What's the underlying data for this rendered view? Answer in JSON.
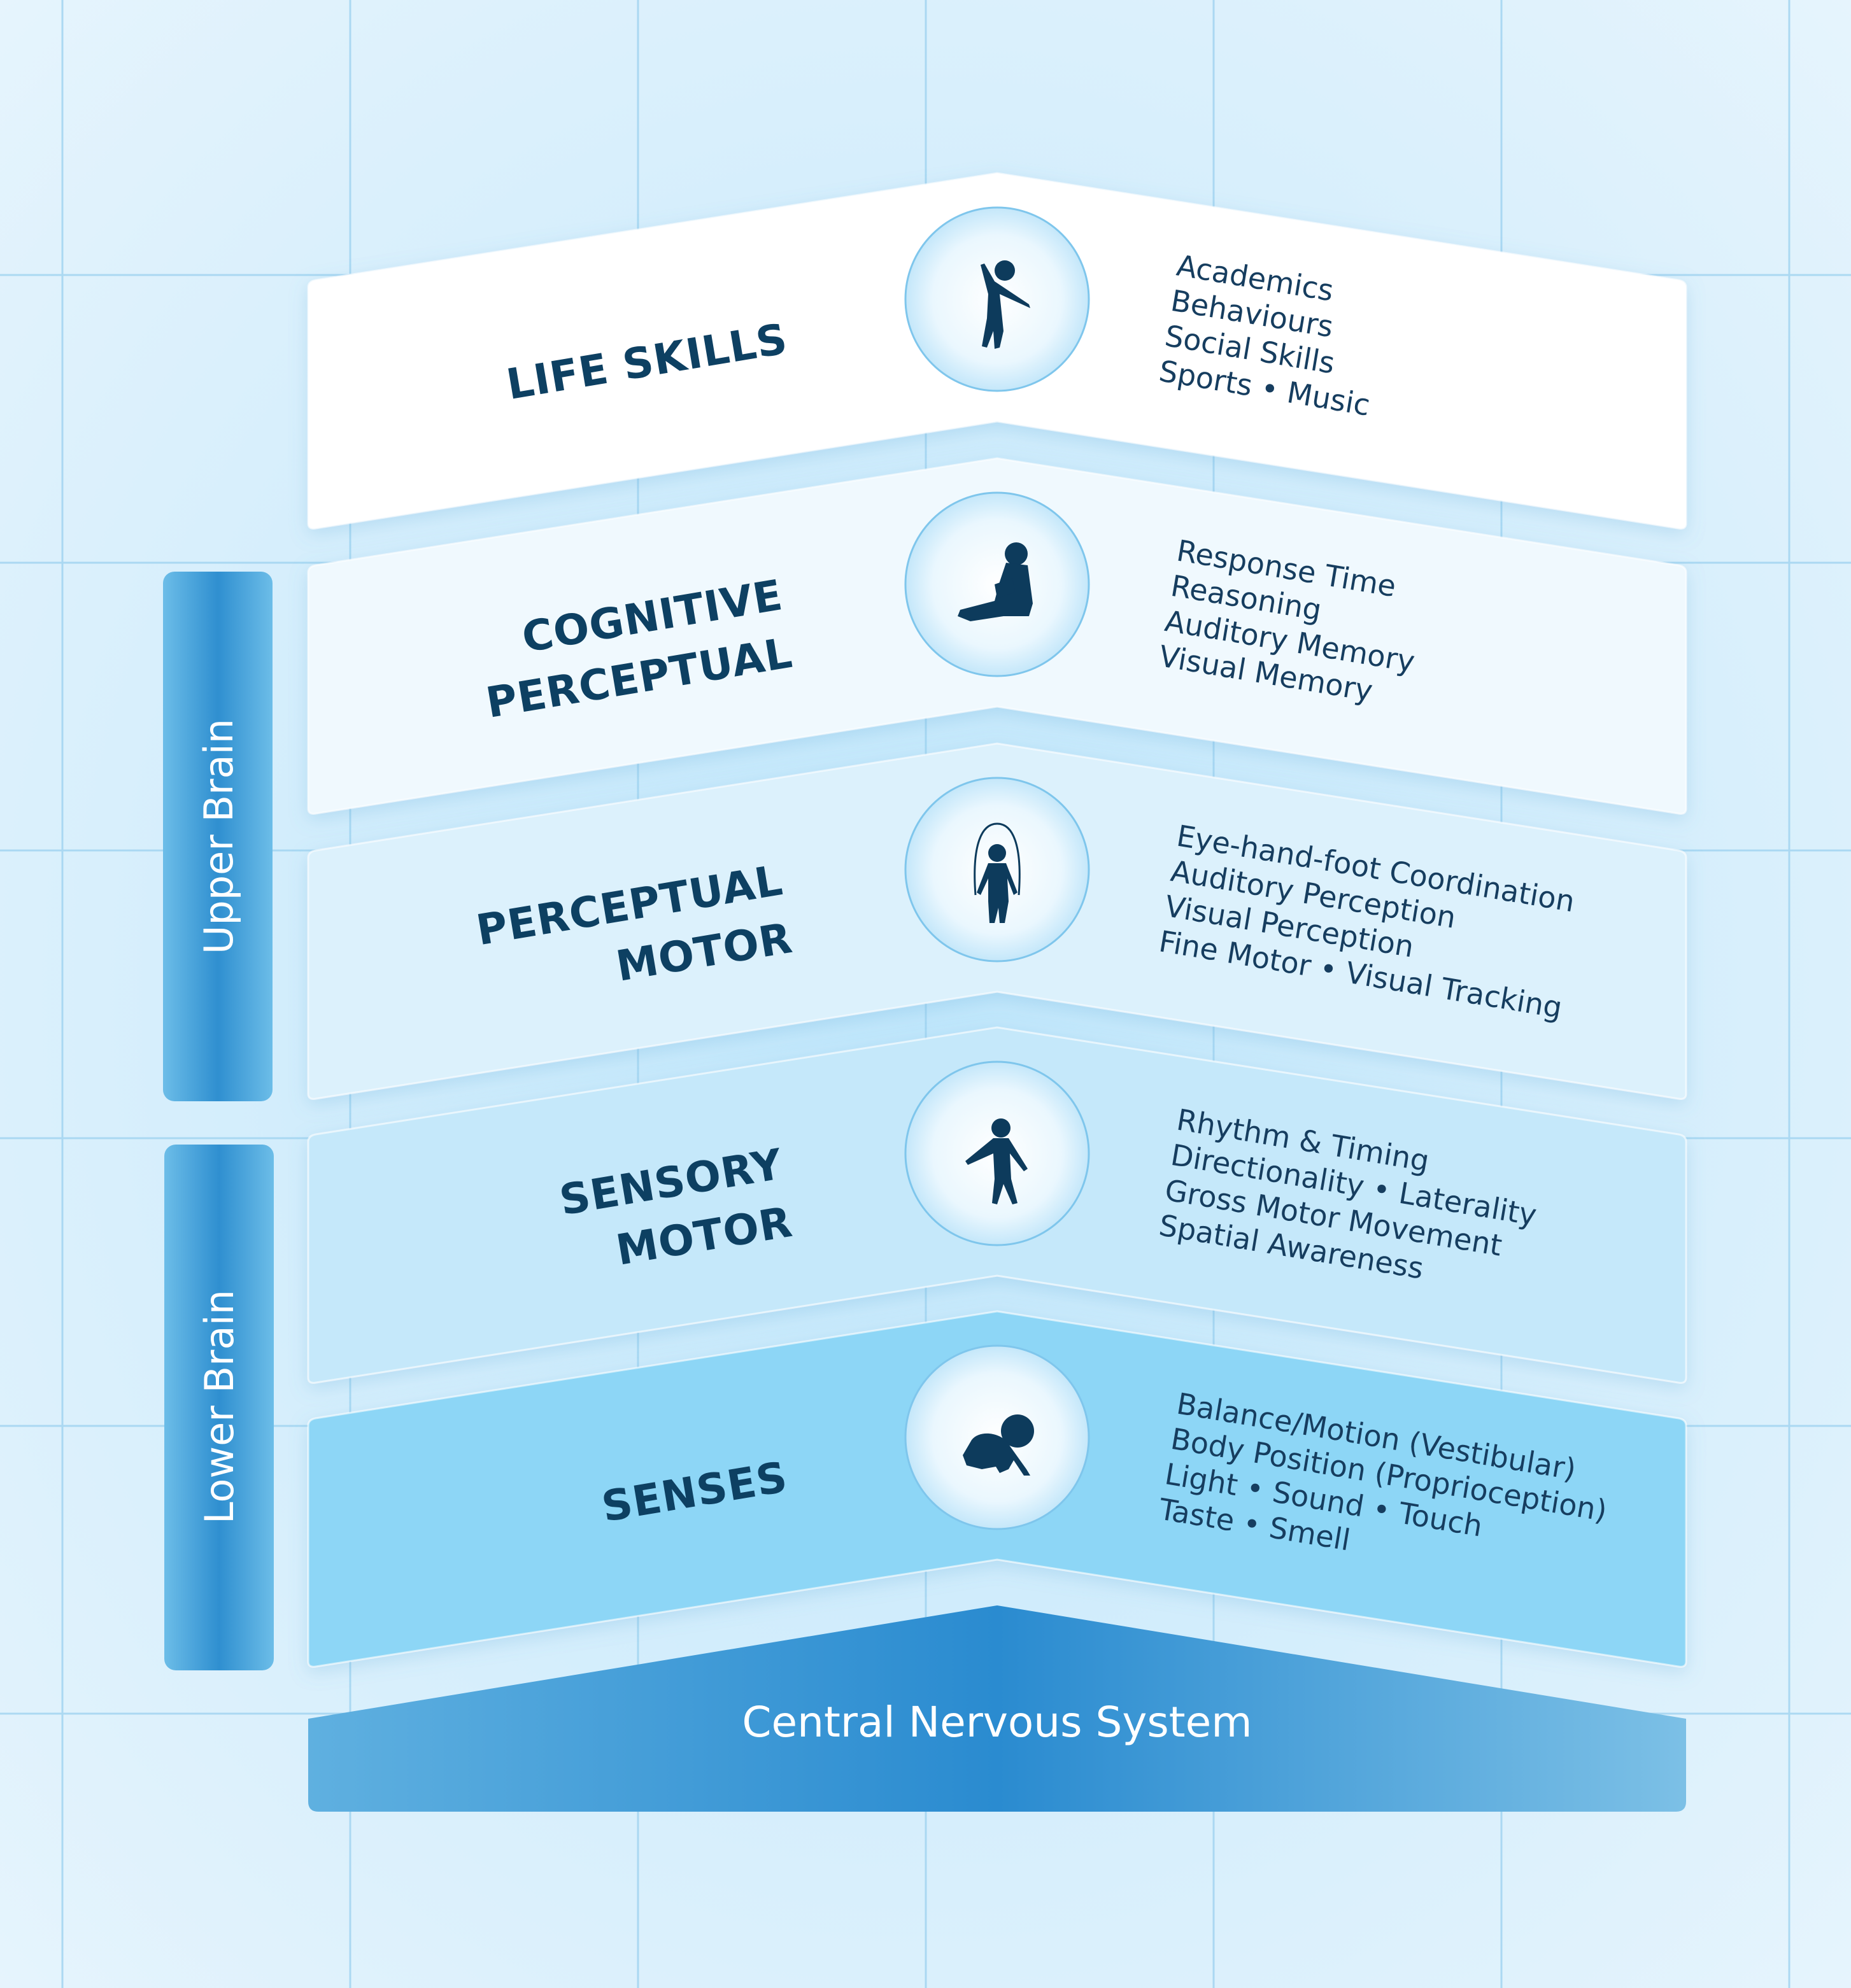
{
  "side_labels": {
    "upper": "Upper Brain",
    "lower": "Lower Brain"
  },
  "base": {
    "label": "Central Nervous System"
  },
  "levels": [
    {
      "title": [
        "LIFE SKILLS"
      ],
      "icon": "child-jumping-icon",
      "items": [
        "Academics",
        "Behaviours",
        "Social Skills",
        "Sports • Music"
      ],
      "fill": "#ffffff"
    },
    {
      "title": [
        "COGNITIVE",
        "PERCEPTUAL"
      ],
      "icon": "child-reading-icon",
      "items": [
        "Response Time",
        "Reasoning",
        "Auditory Memory",
        "Visual Memory"
      ],
      "fill": "#f0f9fe"
    },
    {
      "title": [
        "PERCEPTUAL",
        "MOTOR"
      ],
      "icon": "child-skipping-rope-icon",
      "items": [
        "Eye-hand-foot Coordination",
        "Auditory Perception",
        "Visual Perception",
        "Fine Motor • Visual Tracking"
      ],
      "fill": "#dcf1fc"
    },
    {
      "title": [
        "SENSORY",
        "MOTOR"
      ],
      "icon": "child-balancing-icon",
      "items": [
        "Rhythm & Timing",
        "Directionality • Laterality",
        "Gross Motor Movement",
        "Spatial Awareness"
      ],
      "fill": "#c5e8fa"
    },
    {
      "title": [
        "SENSES"
      ],
      "icon": "baby-crawling-icon",
      "items": [
        "Balance/Motion (Vestibular)",
        "Body Position (Proprioception)",
        "Light • Sound • Touch",
        "Taste • Smell"
      ],
      "fill": "#8dd6f6"
    }
  ]
}
